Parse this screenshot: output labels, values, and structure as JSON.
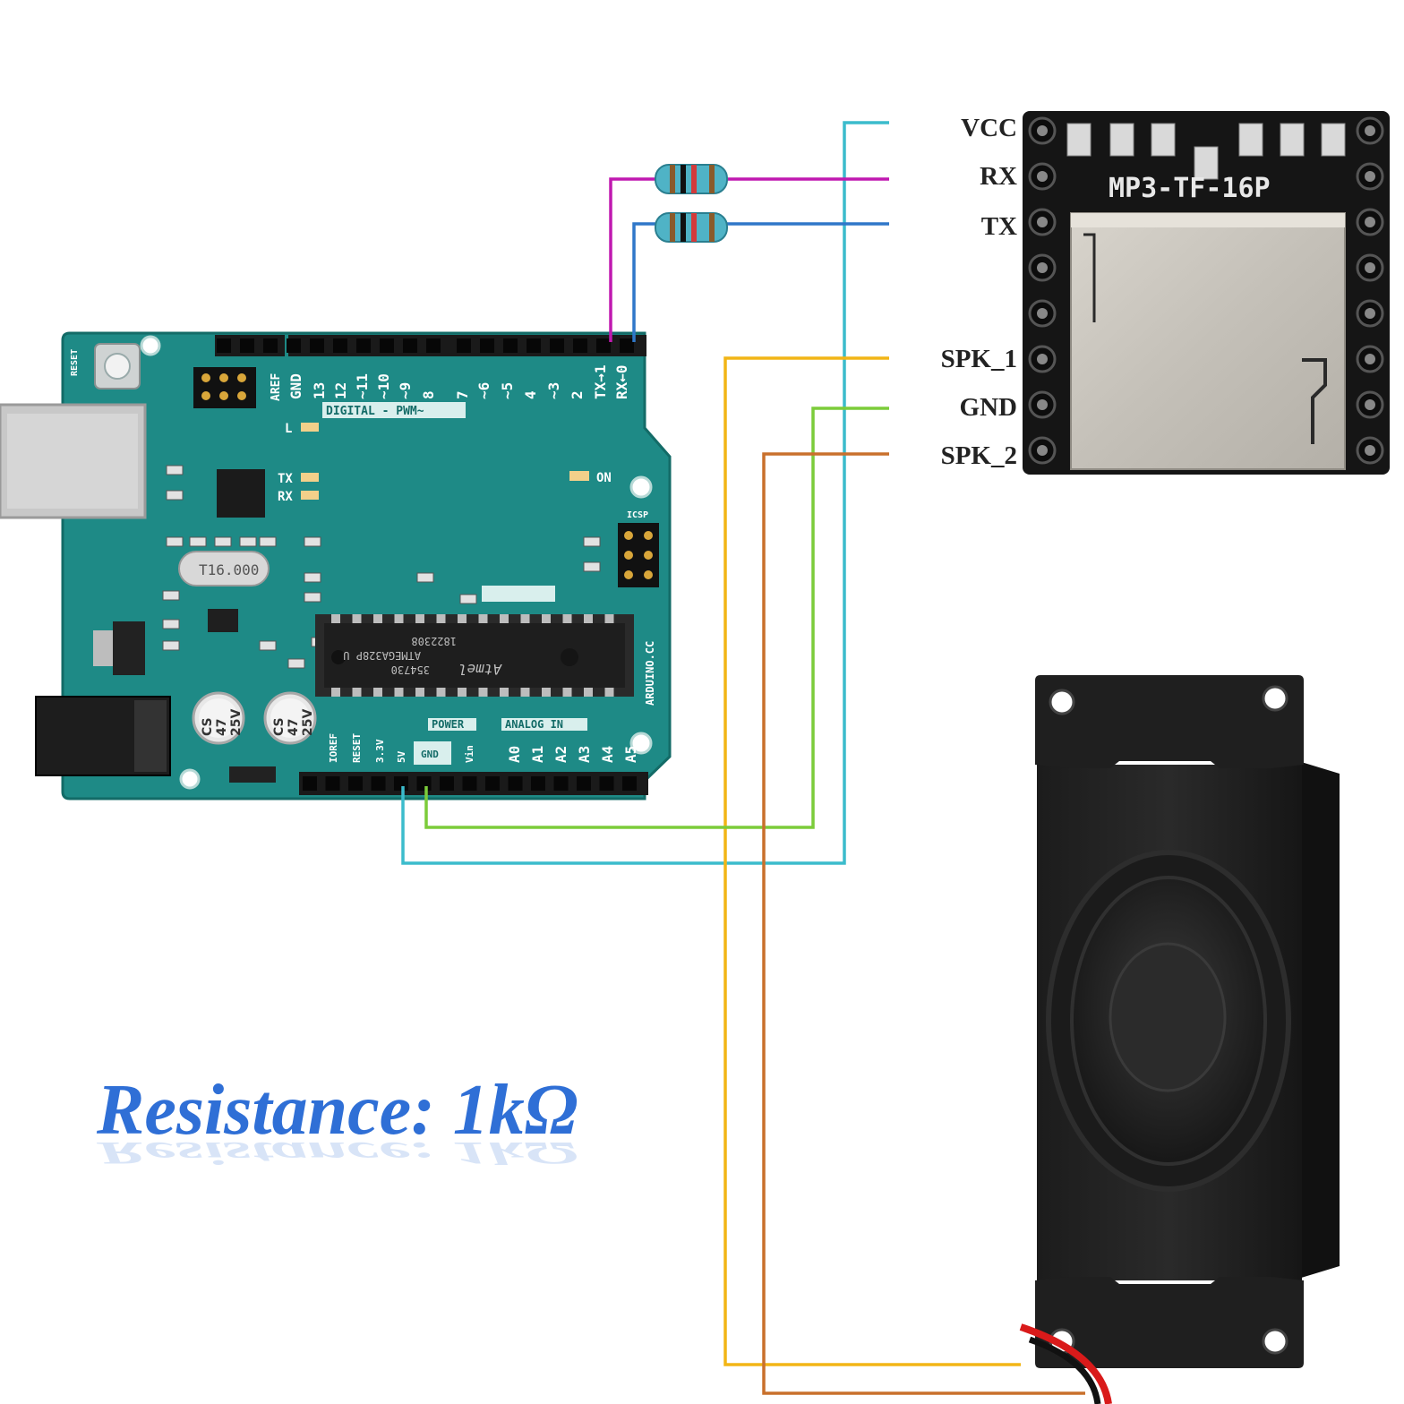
{
  "caption": "Resistance: 1kΩ",
  "module": {
    "title": "MP3-TF-16P",
    "pins": [
      "VCC",
      "RX",
      "TX",
      "SPK_1",
      "GND",
      "SPK_2"
    ]
  },
  "arduino": {
    "digital_header": "DIGITAL  - PWM~",
    "digital_pins": [
      "GND",
      "13",
      "12",
      "~11",
      "~10",
      "~9",
      "8",
      "7",
      "~6",
      "~5",
      "4",
      "~3",
      "2",
      "TX→1",
      "RX←0"
    ],
    "power_header": "POWER",
    "power_pins": [
      "IOREF",
      "RESET",
      "3.3V",
      "5V",
      "GND",
      "Vin"
    ],
    "analog_header": "ANALOG IN",
    "analog_pins": [
      "A0",
      "A1",
      "A2",
      "A3",
      "A4",
      "A5"
    ],
    "aref": "AREF",
    "reset": "RESET",
    "led_l": "L",
    "led_tx": "TX",
    "led_rx": "RX",
    "led_on": "ON",
    "icsp": "ICSP",
    "crystal": "T16.000",
    "chip_lines": [
      "ATMEGA328P U",
      "354730",
      "1822308"
    ],
    "chip_brand": "Atmel",
    "cap1": [
      "CS",
      "47",
      "25V"
    ],
    "cap2": [
      "CS",
      "47",
      "25V"
    ],
    "site": "ARDUINO.CC"
  },
  "wire_colors": {
    "vcc": "#3bbccc",
    "rx": "#c019b0",
    "tx": "#2f77c9",
    "spk1": "#f2b516",
    "gnd": "#7ccc3a",
    "spk2": "#c9702c"
  }
}
